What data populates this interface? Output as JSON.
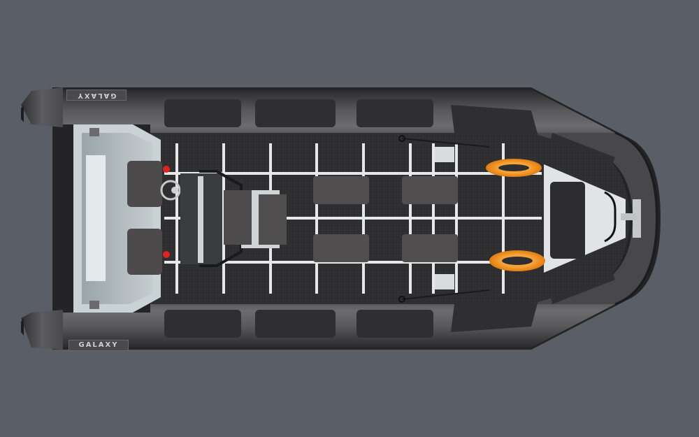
{
  "image": {
    "description": "Top-down 3D render of a rigid inflatable boat (RIB) on a grey background",
    "background_color": "#5a5f67",
    "brand_labels": {
      "top": "GALAXY",
      "bottom": "GALAXY"
    },
    "colors": {
      "tube": "#3f3f42",
      "tube_highlight": "#6a6a6d",
      "tube_pad": "#2f2f32",
      "deck": "#2c2c2e",
      "deck_grid": "#e8eaec",
      "console_white": "#d8dde0",
      "console_shade": "#a6b0b4",
      "seat": "#4a4748",
      "lifebuoy": "#f2951e",
      "red_light": "#e0241c"
    },
    "objects": [
      {
        "name": "inflatable-tube",
        "count": 1
      },
      {
        "name": "tube-pad",
        "count": 10
      },
      {
        "name": "stern-console",
        "count": 1
      },
      {
        "name": "helm-seat",
        "count": 2
      },
      {
        "name": "steering-wheel",
        "count": 1
      },
      {
        "name": "jockey-seat",
        "count": 1
      },
      {
        "name": "passenger-seat",
        "count": 4
      },
      {
        "name": "lifebuoy",
        "count": 2
      },
      {
        "name": "bow-deck-plate",
        "count": 1
      },
      {
        "name": "bow-cleat",
        "count": 1
      },
      {
        "name": "navigation-light",
        "count": 2
      }
    ]
  }
}
